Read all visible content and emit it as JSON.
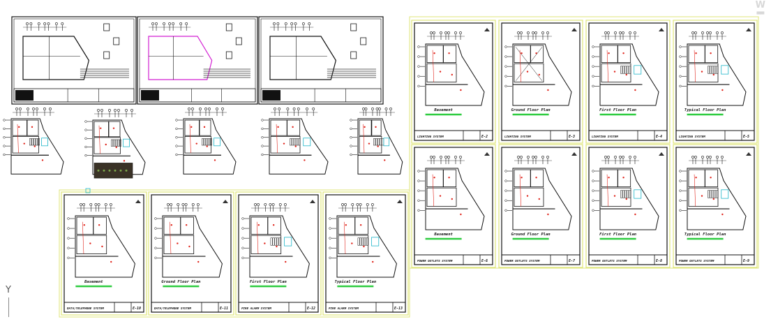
{
  "app": {
    "watermark": "W"
  },
  "ucs": {
    "axis_label": "Y"
  },
  "colors": {
    "sheet_border_yellow": "#dfe67a",
    "sheet_border_black": "#111111",
    "label_green": "#2ecc40",
    "wall": "#111111",
    "accent_red": "#e0241b",
    "accent_cyan": "#1fb6c9",
    "accent_magenta": "#d21fd2"
  },
  "groups": {
    "site_sheets": [
      "site-sheet-1",
      "site-sheet-2",
      "site-sheet-3"
    ],
    "loose_plans": [
      "loose-plan-1",
      "loose-plan-2",
      "loose-plan-3",
      "loose-plan-4",
      "loose-plan-5"
    ],
    "right_top_sheets": [
      {
        "plan_title": "Basement",
        "system_title": "LIGHTING SYSTEM",
        "sheet_no": "E-2"
      },
      {
        "plan_title": "Ground Floor Plan",
        "system_title": "LIGHTING SYSTEM",
        "sheet_no": "E-3"
      },
      {
        "plan_title": "First Floor Plan",
        "system_title": "LIGHTING SYSTEM",
        "sheet_no": "E-4"
      },
      {
        "plan_title": "Typical Floor Plan",
        "system_title": "LIGHTING SYSTEM",
        "sheet_no": "E-5"
      }
    ],
    "right_bottom_sheets": [
      {
        "plan_title": "Basement",
        "system_title": "POWER OUTLETS SYSTEM",
        "sheet_no": "E-6"
      },
      {
        "plan_title": "Ground Floor Plan",
        "system_title": "POWER OUTLETS SYSTEM",
        "sheet_no": "E-7"
      },
      {
        "plan_title": "First Floor Plan",
        "system_title": "POWER OUTLETS SYSTEM",
        "sheet_no": "E-8"
      },
      {
        "plan_title": "Typical Floor Plan",
        "system_title": "POWER OUTLETS SYSTEM",
        "sheet_no": "E-9"
      }
    ],
    "bottom_sheets": [
      {
        "plan_title": "Basement",
        "system_title": "DATA/TELEPHONE SYSTEM",
        "sheet_no": "E-10"
      },
      {
        "plan_title": "Ground Floor Plan",
        "system_title": "DATA/TELEPHONE SYSTEM",
        "sheet_no": "E-11"
      },
      {
        "plan_title": "First Floor Plan",
        "system_title": "FIRE ALARM SYSTEM",
        "sheet_no": "E-12"
      },
      {
        "plan_title": "Typical Floor Plan",
        "system_title": "FIRE ALARM SYSTEM",
        "sheet_no": "E-13"
      }
    ]
  }
}
